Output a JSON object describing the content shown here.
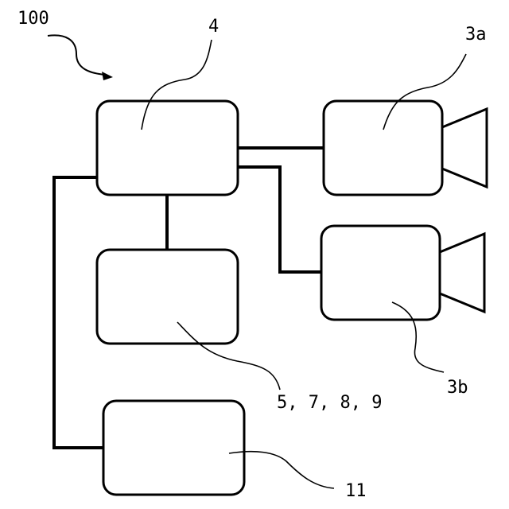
{
  "figure": {
    "labels": {
      "system": "100",
      "controller": "4",
      "camera_a": "3a",
      "camera_b": "3b",
      "storage": "5, 7, 8, 9",
      "output": "11"
    }
  }
}
